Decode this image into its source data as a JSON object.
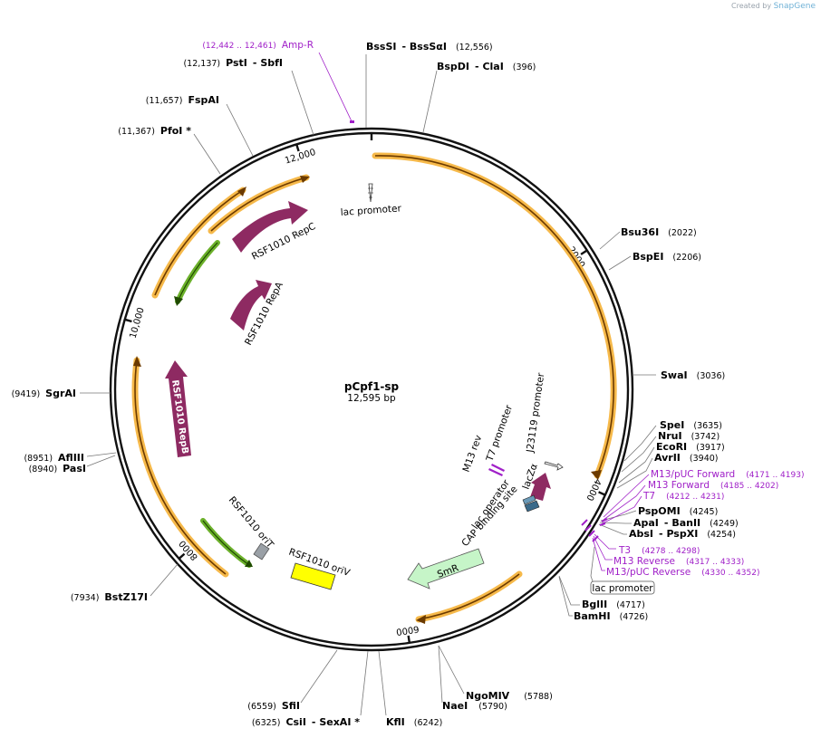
{
  "credit": {
    "prefix": "Created by",
    "brand": "SnapGene"
  },
  "plasmid": {
    "name": "pCpf1-sp",
    "length_label": "12,595 bp",
    "length_bp": 12595
  },
  "ticks": [
    {
      "label": "2000",
      "bp": 2000
    },
    {
      "label": "4000",
      "bp": 4000
    },
    {
      "label": "6000",
      "bp": 6000
    },
    {
      "label": "8000",
      "bp": 8000
    },
    {
      "label": "10,000",
      "bp": 10000
    },
    {
      "label": "12,000",
      "bp": 12000
    }
  ],
  "restriction_sites": [
    {
      "id": "bsssi",
      "name": "BssSI",
      "extra": "BssSαI",
      "pos": "(12,556)",
      "bp": 12556
    },
    {
      "id": "bspdi",
      "name": "BspDI",
      "extra": "ClaI",
      "pos": "(396)",
      "bp": 396
    },
    {
      "id": "bsu36i",
      "name": "Bsu36I",
      "extra": "",
      "pos": "(2022)",
      "bp": 2022
    },
    {
      "id": "bspei",
      "name": "BspEI",
      "extra": "",
      "pos": "(2206)",
      "bp": 2206
    },
    {
      "id": "swai",
      "name": "SwaI",
      "extra": "",
      "pos": "(3036)",
      "bp": 3036
    },
    {
      "id": "spei",
      "name": "SpeI",
      "extra": "",
      "pos": "(3635)",
      "bp": 3635
    },
    {
      "id": "nrui",
      "name": "NruI",
      "extra": "",
      "pos": "(3742)",
      "bp": 3742
    },
    {
      "id": "ecori",
      "name": "EcoRI",
      "extra": "",
      "pos": "(3917)",
      "bp": 3917
    },
    {
      "id": "avrii",
      "name": "AvrII",
      "extra": "",
      "pos": "(3940)",
      "bp": 3940
    },
    {
      "id": "pspomi",
      "name": "PspOMI",
      "extra": "",
      "pos": "(4245)",
      "bp": 4245
    },
    {
      "id": "apai",
      "name": "ApaI",
      "extra": "BanII",
      "pos": "(4249)",
      "bp": 4249
    },
    {
      "id": "absi",
      "name": "AbsI",
      "extra": "PspXI",
      "pos": "(4254)",
      "bp": 4254
    },
    {
      "id": "bglii",
      "name": "BglII",
      "extra": "",
      "pos": "(4717)",
      "bp": 4717
    },
    {
      "id": "bamhi",
      "name": "BamHI",
      "extra": "",
      "pos": "(4726)",
      "bp": 4726
    },
    {
      "id": "ngomiv",
      "name": "NgoMIV",
      "extra": "",
      "pos": "(5788)",
      "bp": 5788
    },
    {
      "id": "naei",
      "name": "NaeI",
      "extra": "",
      "pos": "(5790)",
      "bp": 5790
    },
    {
      "id": "kfli",
      "name": "KflI",
      "extra": "",
      "pos": "(6242)",
      "bp": 6242
    },
    {
      "id": "csii",
      "name": "CsiI",
      "extra": "SexAI *",
      "pos": "(6325)",
      "bp": 6325
    },
    {
      "id": "sfii",
      "name": "SfiI",
      "extra": "",
      "pos": "(6559)",
      "bp": 6559
    },
    {
      "id": "bstz17i",
      "name": "BstZ17I",
      "extra": "",
      "pos": "(7934)",
      "bp": 7934
    },
    {
      "id": "pasi",
      "name": "PasI",
      "extra": "",
      "pos": "(8940)",
      "bp": 8940
    },
    {
      "id": "afliii",
      "name": "AflIII",
      "extra": "",
      "pos": "(8951)",
      "bp": 8951
    },
    {
      "id": "sgrai",
      "name": "SgrAI",
      "extra": "",
      "pos": "(9419)",
      "bp": 9419
    },
    {
      "id": "pfoi",
      "name": "PfoI *",
      "extra": "",
      "pos": "(11,367)",
      "bp": 11367
    },
    {
      "id": "fspai",
      "name": "FspAI",
      "extra": "",
      "pos": "(11,657)",
      "bp": 11657
    },
    {
      "id": "psti",
      "name": "PstI",
      "extra": "SbfI",
      "pos": "(12,137)",
      "bp": 12137
    }
  ],
  "primers": [
    {
      "id": "ampr",
      "name": "Amp-R",
      "range": "(12,442 .. 12,461)",
      "bp": 12451
    },
    {
      "id": "m13puc-fwd",
      "name": "M13/pUC Forward",
      "range": "(4171 .. 4193)",
      "bp": 4182
    },
    {
      "id": "m13-fwd",
      "name": "M13 Forward",
      "range": "(4185 .. 4202)",
      "bp": 4193
    },
    {
      "id": "t7",
      "name": "T7",
      "range": "(4212 .. 4231)",
      "bp": 4221
    },
    {
      "id": "t3",
      "name": "T3",
      "range": "(4278 .. 4298)",
      "bp": 4288
    },
    {
      "id": "m13-rev",
      "name": "M13 Reverse",
      "range": "(4317 .. 4333)",
      "bp": 4325
    },
    {
      "id": "m13puc-rev",
      "name": "M13/pUC Reverse",
      "range": "(4330 .. 4352)",
      "bp": 4341
    }
  ],
  "boxed_feature": {
    "label": "lac promoter"
  },
  "features": {
    "repc": "RSF1010 RepC",
    "repa": "RSF1010 RepA",
    "repb": "RSF1010 RepB",
    "orit": "RSF1010 oriT",
    "oriv": "RSF1010 oriV",
    "smr": "SmR",
    "lacpromoter_top": "lac promoter",
    "lacza": "lacZα",
    "j23119": "J23119 promoter",
    "t7promoter": "T7 promoter",
    "m13rev": "M13 rev",
    "lacoperator": "lac operator",
    "cap": "CAP binding site"
  },
  "colors": {
    "backbone": "#111111",
    "orf_fill": "#f6b94a",
    "orf_line": "#6b3a00",
    "green_orf": "#6bb02a",
    "gene": "#8e2a62",
    "smr": "#c6f5c8",
    "oriv": "#ffff00",
    "orit": "#9aa0a6",
    "primer": "#a020c8",
    "grey_line": "#777777"
  }
}
